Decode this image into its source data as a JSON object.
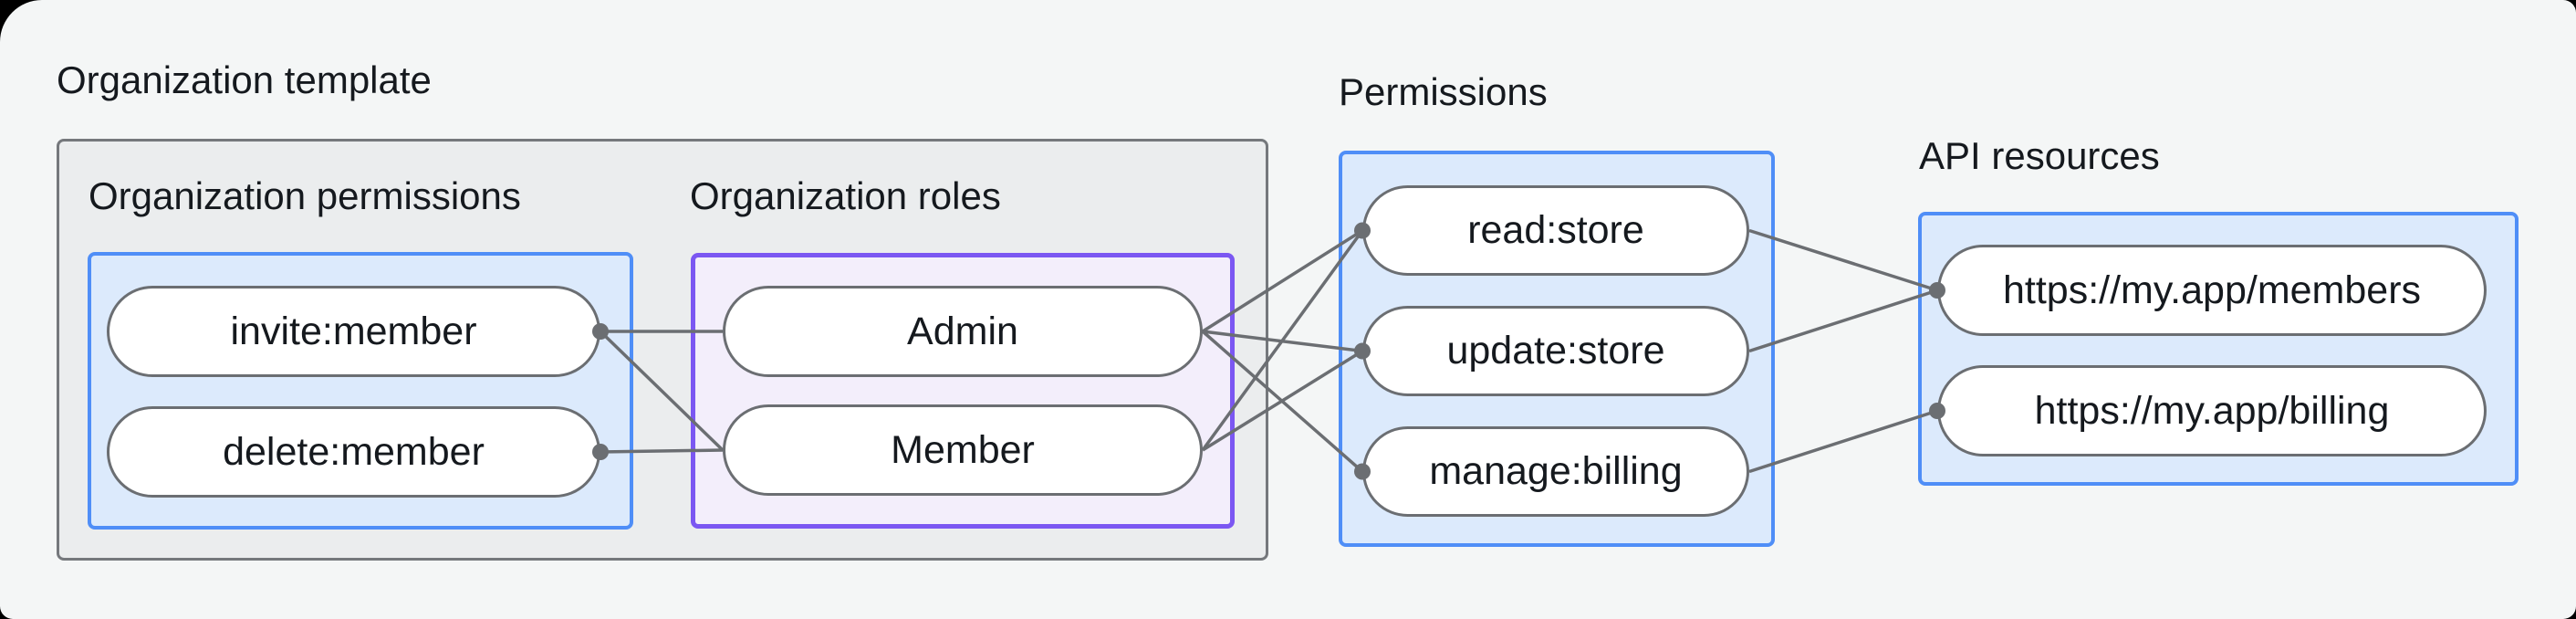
{
  "page": {
    "outside_background": "#000000",
    "card_background": "#f4f6f6"
  },
  "diagram": {
    "template_section": {
      "label": "Organization template"
    },
    "org_permissions": {
      "label": "Organization permissions",
      "nodes": [
        {
          "id": "invite-member",
          "label": "invite:member"
        },
        {
          "id": "delete-member",
          "label": "delete:member"
        }
      ]
    },
    "org_roles": {
      "label": "Organization roles",
      "nodes": [
        {
          "id": "admin",
          "label": "Admin"
        },
        {
          "id": "member",
          "label": "Member"
        }
      ]
    },
    "permissions": {
      "label": "Permissions",
      "nodes": [
        {
          "id": "read-store",
          "label": "read:store"
        },
        {
          "id": "update-store",
          "label": "update:store"
        },
        {
          "id": "manage-billing",
          "label": "manage:billing"
        }
      ]
    },
    "api_resources": {
      "label": "API resources",
      "nodes": [
        {
          "id": "members-resource",
          "label": "https://my.app/members"
        },
        {
          "id": "billing-resource",
          "label": "https://my.app/billing"
        }
      ]
    },
    "edges": [
      {
        "from": "invite-member",
        "to": "admin",
        "dot": "from"
      },
      {
        "from": "invite-member",
        "to": "member",
        "dot": "from"
      },
      {
        "from": "delete-member",
        "to": "member",
        "dot": "from"
      },
      {
        "from": "admin",
        "to": "read-store",
        "dot": "to"
      },
      {
        "from": "admin",
        "to": "update-store",
        "dot": "to"
      },
      {
        "from": "admin",
        "to": "manage-billing",
        "dot": "to"
      },
      {
        "from": "member",
        "to": "read-store",
        "dot": "to"
      },
      {
        "from": "member",
        "to": "update-store",
        "dot": "to"
      },
      {
        "from": "read-store",
        "to": "members-resource",
        "dot": "to"
      },
      {
        "from": "update-store",
        "to": "members-resource",
        "dot": "to"
      },
      {
        "from": "manage-billing",
        "to": "billing-resource",
        "dot": "to"
      }
    ],
    "colors": {
      "card_bg": "#f4f6f6",
      "gray_fill": "#ebedee",
      "gray_border": "#75787c",
      "blue_fill": "#dceafc",
      "blue_border": "#4f8ef7",
      "purple_fill": "#f3eefb",
      "purple_border": "#7b57f2",
      "pill_fill": "#ffffff",
      "pill_border": "#6b6e72",
      "edge": "#6b6e72",
      "text": "#15191e"
    }
  }
}
